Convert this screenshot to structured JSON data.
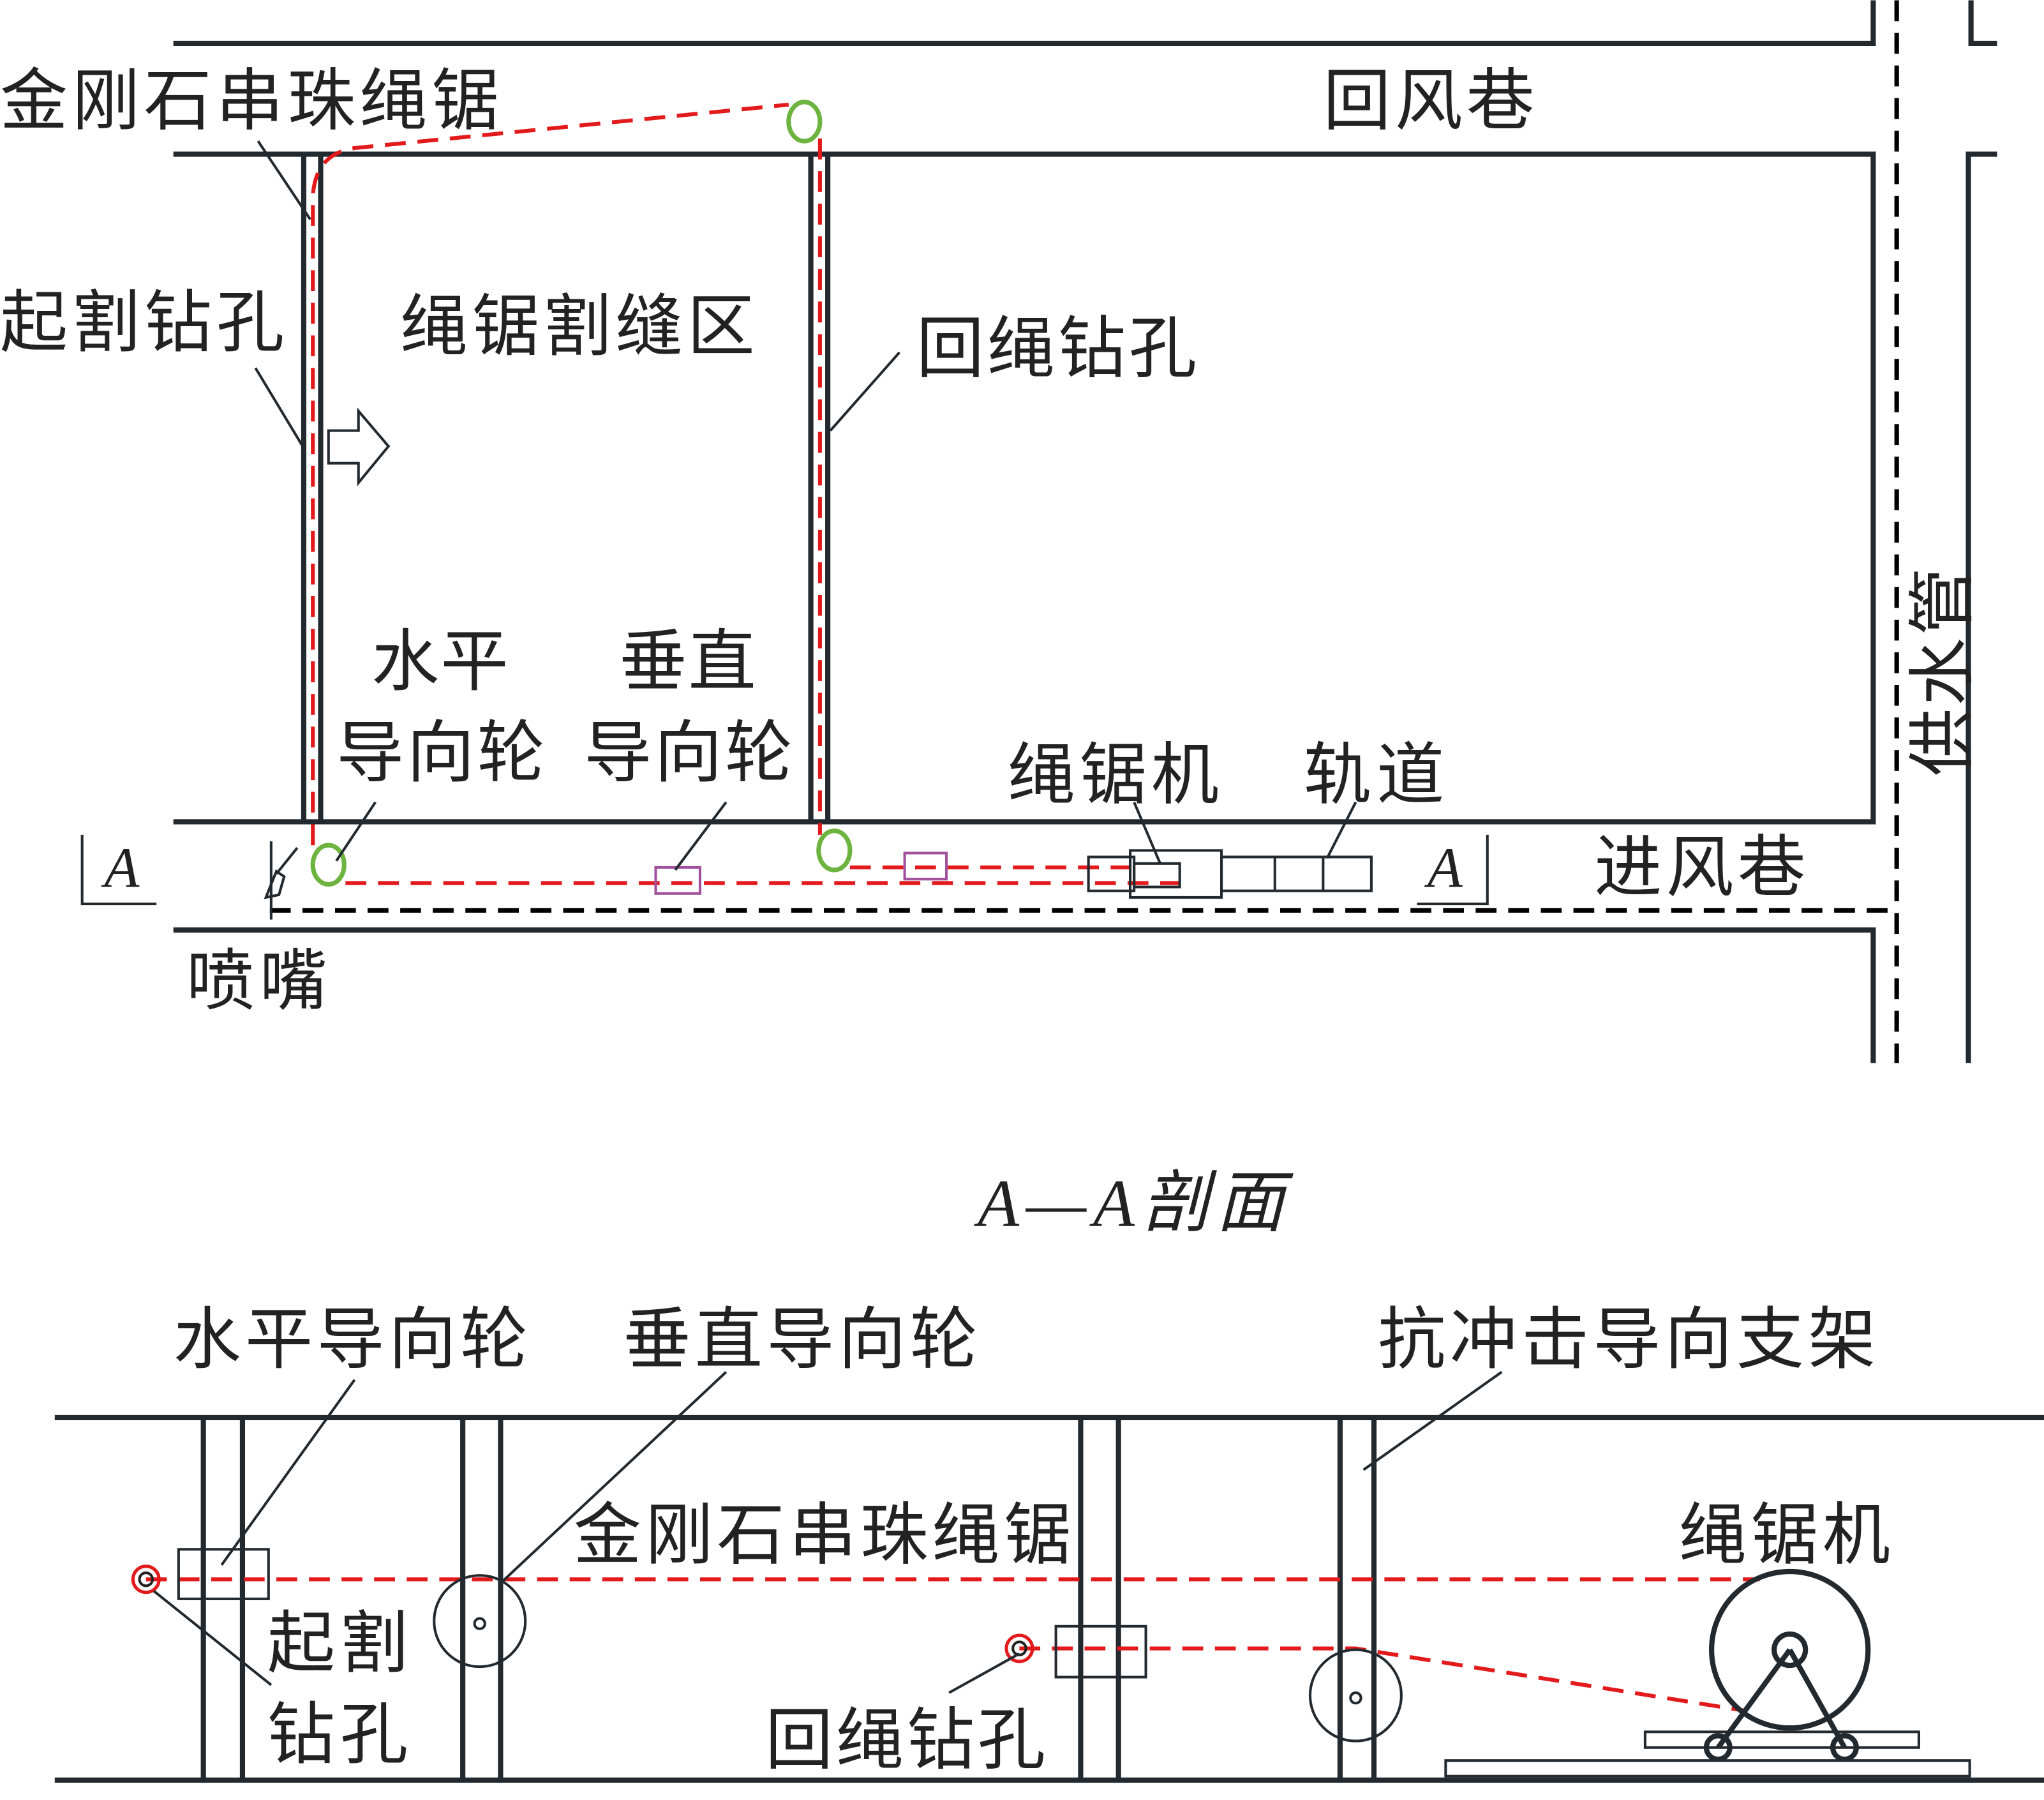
{
  "plan": {
    "saw_label": "金刚石串珠绳锯",
    "return_airway": "回风巷",
    "start_hole": "起割钻孔",
    "cut_zone": "绳锯割缝区",
    "return_hole": "回绳钻孔",
    "horizontal_1": "水平",
    "horizontal_2": "导向轮",
    "vertical_1": "垂直",
    "vertical_2": "导向轮",
    "saw_machine": "绳锯机",
    "track": "轨道",
    "intake_airway": "进风巷",
    "nozzle": "喷嘴",
    "water_pipe": "供水管",
    "section_mark": "A"
  },
  "section": {
    "title": "A—A剖面",
    "horizontal_wheel": "水平导向轮",
    "vertical_wheel": "垂直导向轮",
    "support": "抗冲击导向支架",
    "saw_label": "金刚石串珠绳锯",
    "saw_machine": "绳锯机",
    "start_hole_1": "起割",
    "start_hole_2": "钻孔",
    "return_hole": "回绳钻孔"
  },
  "colors": {
    "wire": "#e31a1c",
    "wheel": "#6cb33f",
    "vwheel": "#a0519b"
  }
}
